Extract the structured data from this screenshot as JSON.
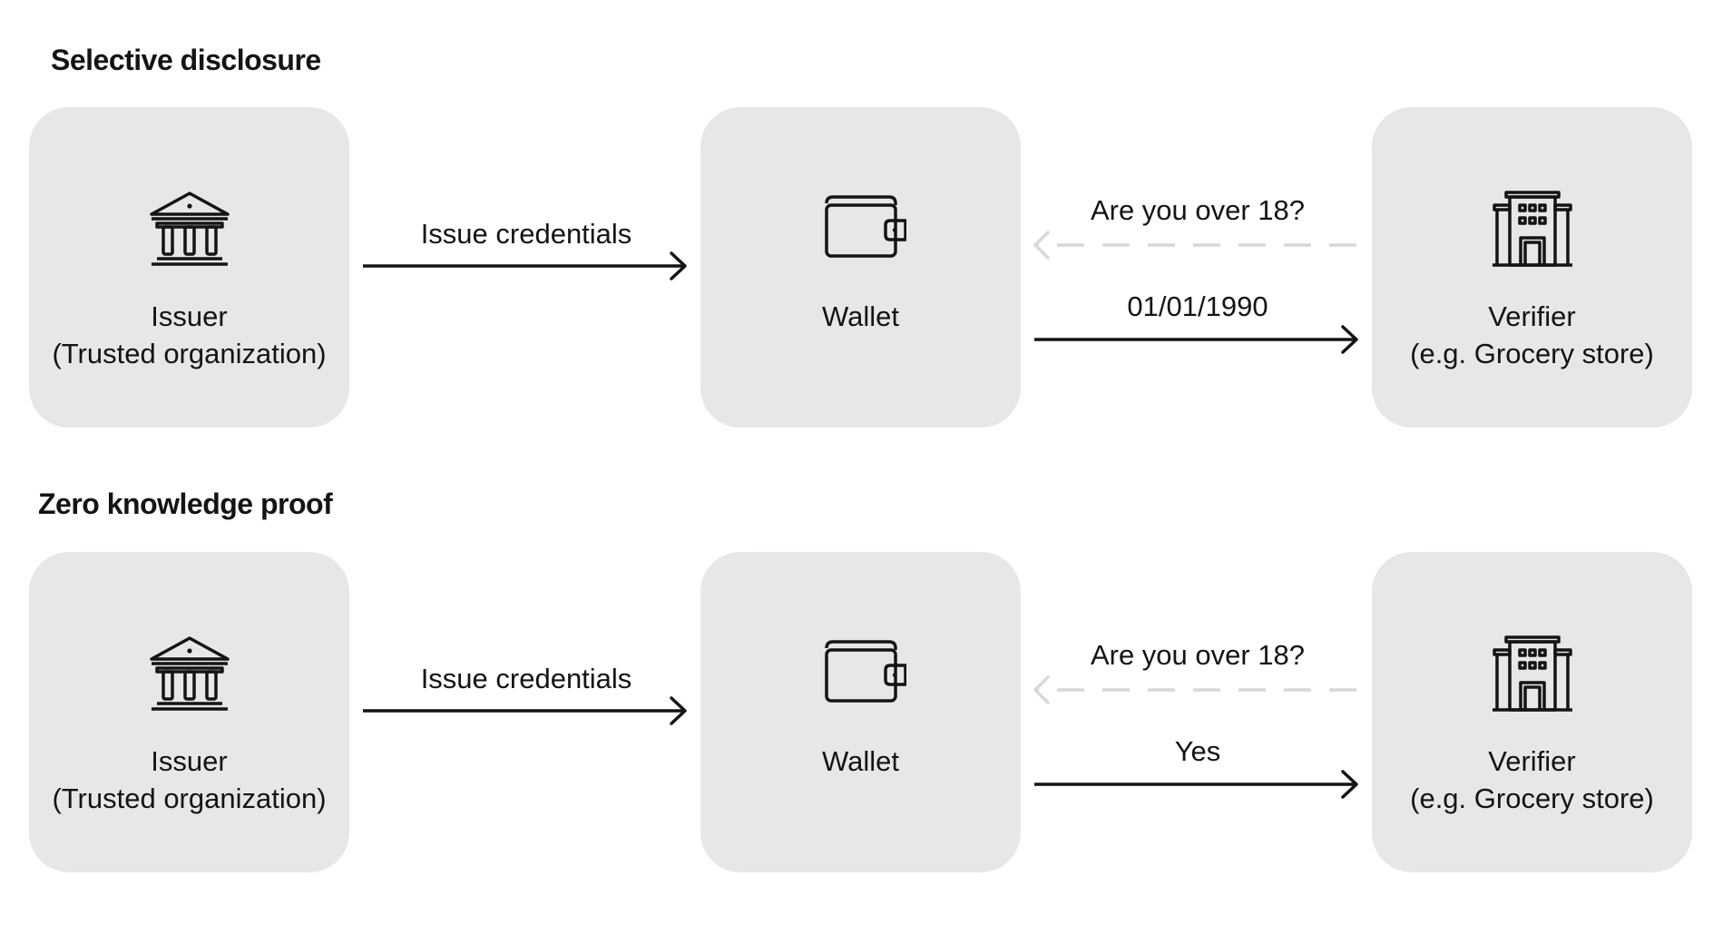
{
  "sections": [
    {
      "title": "Selective disclosure",
      "issuer": {
        "icon": "bank-icon",
        "line1": "Issuer",
        "line2": "(Trusted organization)"
      },
      "wallet": {
        "icon": "wallet-icon",
        "line1": "Wallet"
      },
      "verifier": {
        "icon": "building-icon",
        "line1": "Verifier",
        "line2": "(e.g. Grocery store)"
      },
      "issue_label": "Issue credentials",
      "request_label": "Are you over 18?",
      "response_label": "01/01/1990"
    },
    {
      "title": "Zero knowledge proof",
      "issuer": {
        "icon": "bank-icon",
        "line1": "Issuer",
        "line2": "(Trusted organization)"
      },
      "wallet": {
        "icon": "wallet-icon",
        "line1": "Wallet"
      },
      "verifier": {
        "icon": "building-icon",
        "line1": "Verifier",
        "line2": "(e.g. Grocery store)"
      },
      "issue_label": "Issue credentials",
      "request_label": "Are you over 18?",
      "response_label": "Yes"
    }
  ],
  "colors": {
    "card_background": "#e8e6e6",
    "text": "#141414",
    "dashed_arrow": "#d9d7d7"
  }
}
